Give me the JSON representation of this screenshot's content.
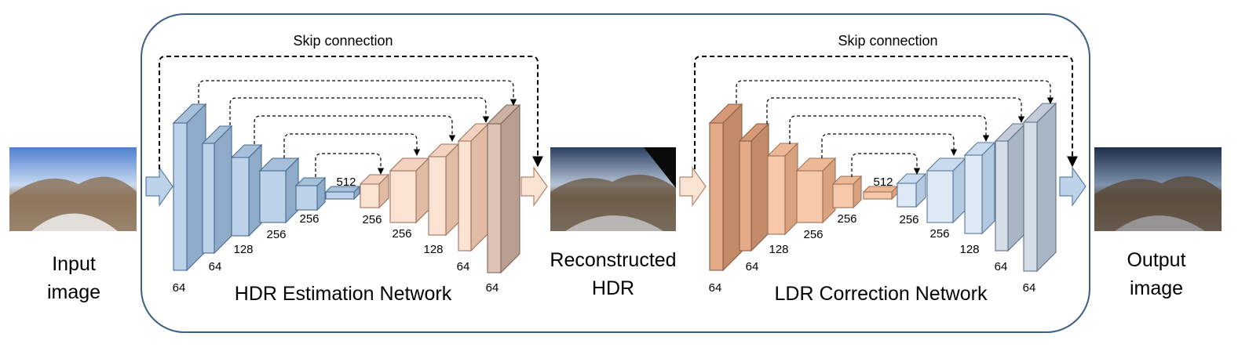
{
  "labels": {
    "input": [
      "Input",
      "image"
    ],
    "reconstructed": [
      "Reconstructed",
      "HDR"
    ],
    "output": [
      "Output",
      "image"
    ],
    "hdr_network": "HDR Estimation Network",
    "ldr_network": "LDR Correction Network",
    "skip_left": "Skip connection",
    "skip_right": "Skip connection"
  },
  "hdr_network": {
    "channels": [
      "64",
      "64",
      "128",
      "256",
      "256",
      "512",
      "256",
      "256",
      "128",
      "64",
      "64"
    ]
  },
  "ldr_network": {
    "channels": [
      "64",
      "64",
      "128",
      "256",
      "256",
      "512",
      "256",
      "256",
      "128",
      "64",
      "64"
    ]
  },
  "colors": {
    "blue_front": "#bcd3ea",
    "blue_side": "#8eacca",
    "blue_top": "#a6c0da",
    "peach_light_front": "#fbe3d4",
    "peach_mid_front": "#f5c8aa",
    "peach_dark_front": "#e4a987",
    "grey_front": "#d5dde6",
    "frame_stroke": "#3b5f85"
  }
}
